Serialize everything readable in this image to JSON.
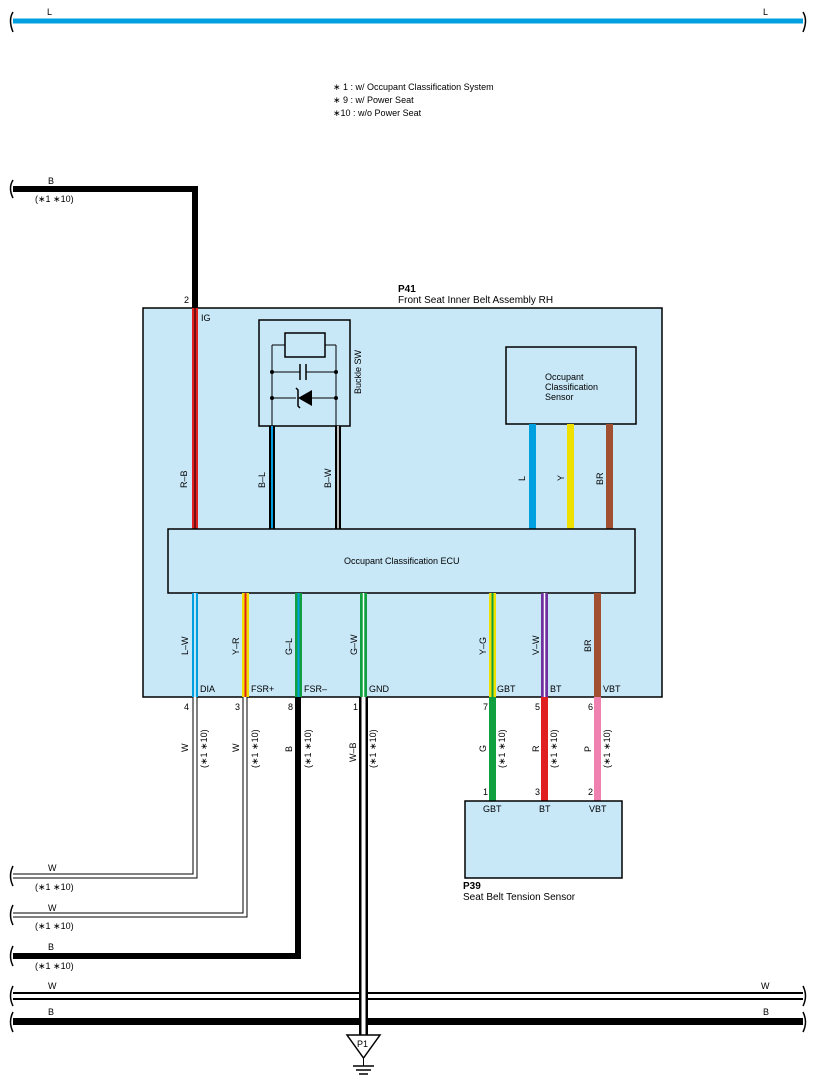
{
  "bus_top": {
    "left_label": "L",
    "right_label": "L",
    "color": "#00a0e0"
  },
  "notes": [
    "∗ 1 : w/ Occupant Classification System",
    "∗ 9 : w/ Power Seat",
    "∗10 : w/o Power Seat"
  ],
  "wire_B_top": {
    "label": "B",
    "note": "(∗1 ∗10)"
  },
  "p41": {
    "code": "P41",
    "name": "Front Seat Inner Belt Assembly RH",
    "pin_ig_num": "2",
    "pin_ig_name": "IG",
    "ig_wire": "R–B",
    "buckle_label": "Buckle SW",
    "buckle_wire_1": "B–L",
    "buckle_wire_2": "B–W",
    "sensor_lines": [
      "Occupant",
      "Classification",
      "Sensor"
    ],
    "sensor_wire_1": "L",
    "sensor_wire_2": "Y",
    "sensor_wire_3": "BR",
    "ecu_label": "Occupant Classification ECU"
  },
  "bottom_pins": [
    {
      "inner_wire": "L–W",
      "name": "DIA",
      "num": "4",
      "outer_wire": "W",
      "note": "(∗1 ∗10)"
    },
    {
      "inner_wire": "Y–R",
      "name": "FSR+",
      "num": "3",
      "outer_wire": "W",
      "note": "(∗1 ∗10)"
    },
    {
      "inner_wire": "G–L",
      "name": "FSR–",
      "num": "8",
      "outer_wire": "B",
      "note": "(∗1 ∗10)"
    },
    {
      "inner_wire": "G–W",
      "name": "GND",
      "num": "1",
      "outer_wire": "W–B",
      "note": "(∗1 ∗10)"
    },
    {
      "inner_wire": "Y–G",
      "name": "GBT",
      "num": "7",
      "outer_wire": "G",
      "note": "(∗1 ∗10)"
    },
    {
      "inner_wire": "V–W",
      "name": "BT",
      "num": "5",
      "outer_wire": "R",
      "note": "(∗1 ∗10)"
    },
    {
      "inner_wire": "BR",
      "name": "VBT",
      "num": "6",
      "outer_wire": "P",
      "note": "(∗1 ∗10)"
    }
  ],
  "p39": {
    "code": "P39",
    "name": "Seat Belt Tension Sensor",
    "pins": [
      {
        "num": "1",
        "name": "GBT"
      },
      {
        "num": "3",
        "name": "BT"
      },
      {
        "num": "2",
        "name": "VBT"
      }
    ]
  },
  "left_wires": [
    {
      "label": "W",
      "note": "(∗1 ∗10)"
    },
    {
      "label": "W",
      "note": "(∗1 ∗10)"
    },
    {
      "label": "B",
      "note": "(∗1 ∗10)"
    }
  ],
  "bus_w": {
    "left_label": "W",
    "right_label": "W"
  },
  "bus_b": {
    "left_label": "B",
    "right_label": "B"
  },
  "ground": {
    "label": "P1"
  },
  "colors": {
    "box_fill": "#c8e8f8",
    "blue": "#00a0e0",
    "red": "#e02020",
    "yellow": "#f0e000",
    "orange": "#f08020",
    "green": "#10a040",
    "violet": "#7030a0",
    "brown": "#a05030",
    "pink": "#f080b0"
  }
}
